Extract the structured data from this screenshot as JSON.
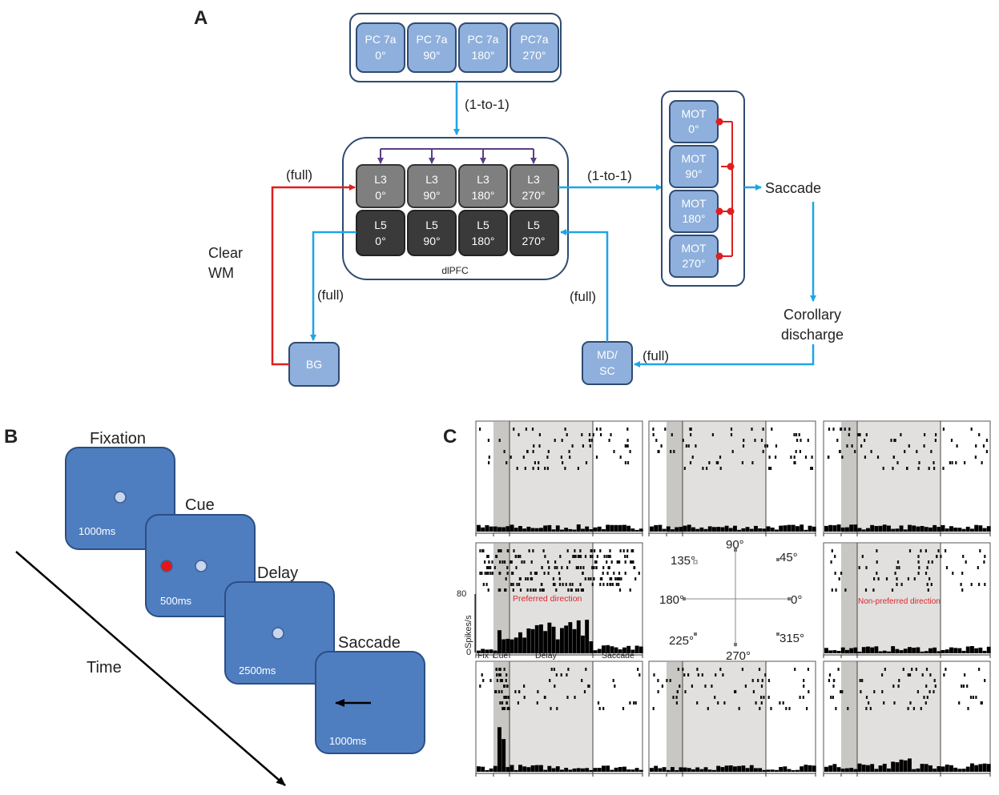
{
  "panel_labels": {
    "a": "A",
    "b": "B",
    "c": "C"
  },
  "panel_a": {
    "pc_boxes": [
      {
        "l1": "PC 7a",
        "l2": "0°"
      },
      {
        "l1": "PC 7a",
        "l2": "90°"
      },
      {
        "l1": "PC 7a",
        "l2": "180°"
      },
      {
        "l1": "PC7a",
        "l2": "270°"
      }
    ],
    "l3_boxes": [
      {
        "l1": "L3",
        "l2": "0°"
      },
      {
        "l1": "L3",
        "l2": "90°"
      },
      {
        "l1": "L3",
        "l2": "180°"
      },
      {
        "l1": "L3",
        "l2": "270°"
      }
    ],
    "l5_boxes": [
      {
        "l1": "L5",
        "l2": "0°"
      },
      {
        "l1": "L5",
        "l2": "90°"
      },
      {
        "l1": "L5",
        "l2": "180°"
      },
      {
        "l1": "L5",
        "l2": "270°"
      }
    ],
    "mot_boxes": [
      {
        "l1": "MOT",
        "l2": "0°"
      },
      {
        "l1": "MOT",
        "l2": "90°"
      },
      {
        "l1": "MOT",
        "l2": "180°"
      },
      {
        "l1": "MOT",
        "l2": "270°"
      }
    ],
    "dlpfc_label": "dlPFC",
    "pc_to_l3": "(1-to-1)",
    "l3_to_mot": "(1-to-1)",
    "bg_to_l3": "(full)",
    "l5_to_bg": "(full)",
    "mdsc_to_l5": "(full)",
    "cd_to_mdsc": "(full)",
    "clear_wm_1": "Clear",
    "clear_wm_2": "WM",
    "saccade": "Saccade",
    "cd_1": "Corollary",
    "cd_2": "discharge",
    "bg": "BG",
    "mdsc_1": "MD/",
    "mdsc_2": "SC"
  },
  "panel_b": {
    "screens": [
      {
        "title": "Fixation",
        "duration": "1000ms"
      },
      {
        "title": "Cue",
        "duration": "500ms"
      },
      {
        "title": "Delay",
        "duration": "2500ms"
      },
      {
        "title": "Saccade",
        "duration": "1000ms"
      }
    ],
    "time_label": "Time"
  },
  "panel_c": {
    "ylabel": "Spikes/s",
    "y_max": "80",
    "y_min": "0",
    "preferred": "Preferred direction",
    "nonpreferred": "Non-preferred direction",
    "epochs": {
      "fix": "Fix",
      "cue": "Cue",
      "delay": "Delay",
      "saccade": "Saccade"
    },
    "directions": {
      "d90": "90°",
      "d45": "45°",
      "d135": "135°",
      "d180": "180°",
      "d0": "0°",
      "d225": "225°",
      "d270": "270°",
      "d315": "315°"
    }
  },
  "colors": {
    "blue_box": "#8fb0dc",
    "gray_l3": "#7f7f7f",
    "dark_l5": "#3a3a3a",
    "arrow_blue": "#1fa5e6",
    "arrow_red": "#e01e1e",
    "purple": "#5b3e86",
    "screen_blue": "#4f7ec0",
    "shade": "#e2e0de",
    "shade_dark": "#c9c7c4"
  }
}
